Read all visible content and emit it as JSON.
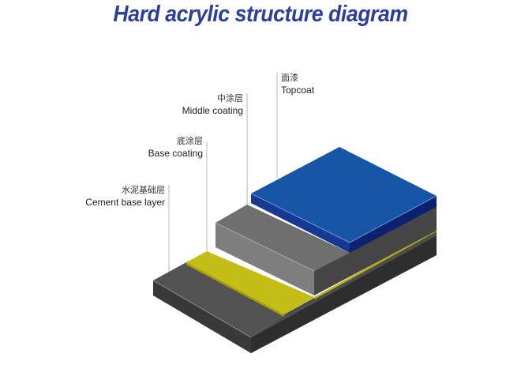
{
  "title": "Hard acrylic structure diagram",
  "layers": [
    {
      "id": "topcoat",
      "cn": "面漆",
      "en": "Topcoat",
      "color": "#1f5fb5"
    },
    {
      "id": "middle",
      "cn": "中涂层",
      "en": "Middle coating",
      "color": "#6f6f6f"
    },
    {
      "id": "base",
      "cn": "底涂层",
      "en": "Base coating",
      "color": "#d8d020"
    },
    {
      "id": "cement",
      "cn": "水泥基础层",
      "en": "Cement base layer",
      "color": "#4a4a4a"
    }
  ]
}
